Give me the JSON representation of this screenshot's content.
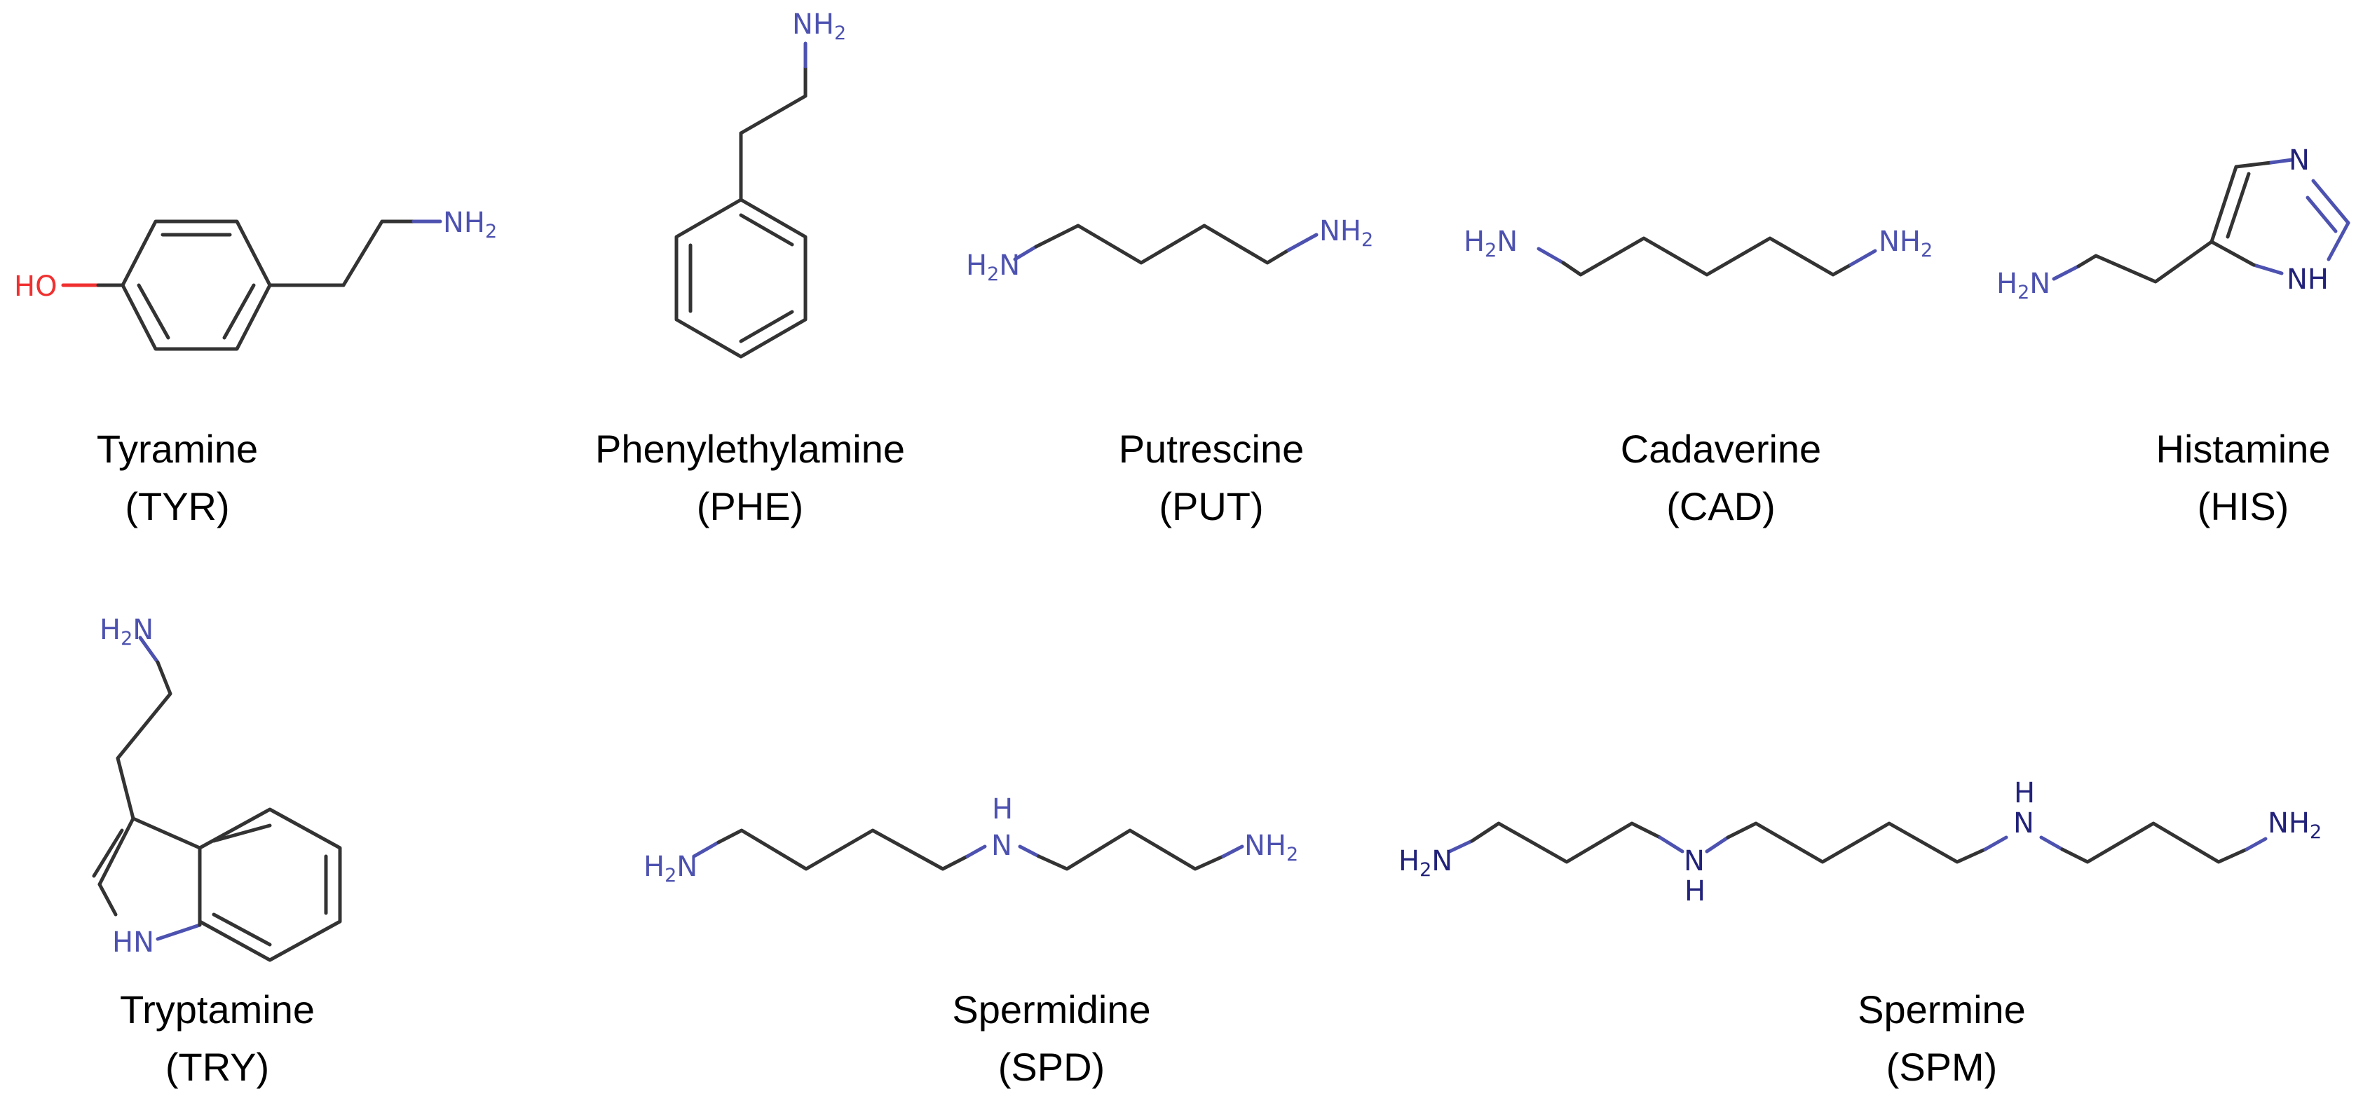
{
  "molecules": [
    {
      "name": "Tyramine",
      "abbr": "(TYR)",
      "atoms": {
        "oh": "HO",
        "nh2": "NH2"
      }
    },
    {
      "name": "Phenylethylamine",
      "abbr": "(PHE)",
      "atoms": {
        "nh2": "NH2"
      }
    },
    {
      "name": "Putrescine",
      "abbr": "(PUT)",
      "atoms": {
        "left": "H2N",
        "right": "NH2"
      }
    },
    {
      "name": "Cadaverine",
      "abbr": "(CAD)",
      "atoms": {
        "left": "H2N",
        "right": "NH2"
      }
    },
    {
      "name": "Histamine",
      "abbr": "(HIS)",
      "atoms": {
        "n": "N",
        "nh": "NH",
        "left": "H2N"
      }
    },
    {
      "name": "Tryptamine",
      "abbr": "(TRY)",
      "atoms": {
        "top": "H2N",
        "hn": "HN"
      }
    },
    {
      "name": "Spermidine",
      "abbr": "(SPD)",
      "atoms": {
        "left": "H2N",
        "h": "H",
        "n": "N",
        "right": "NH2"
      }
    },
    {
      "name": "Spermine",
      "abbr": "(SPM)",
      "atoms": {
        "left": "H2N",
        "n1": "N",
        "h1": "H",
        "h2": "H",
        "n2": "N",
        "right": "NH2"
      }
    }
  ],
  "colors": {
    "carbon_bond": "#333333",
    "nitrogen": "#4d52b0",
    "oxygen": "#f03030"
  }
}
